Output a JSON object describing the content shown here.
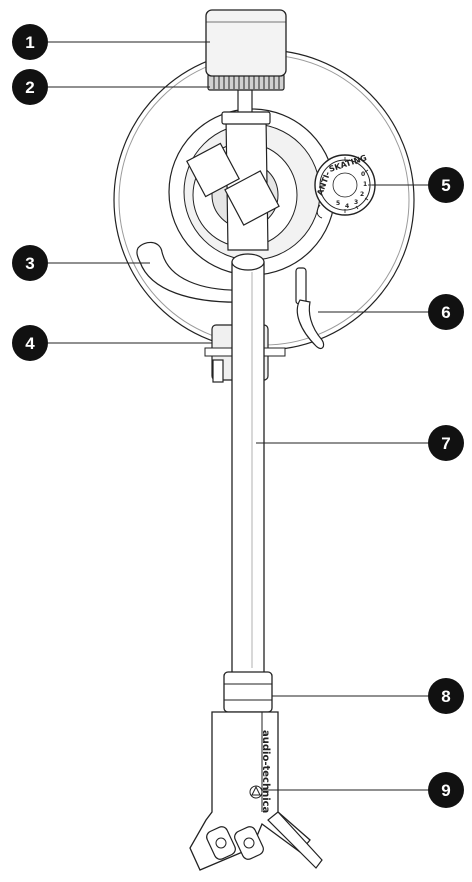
{
  "colors": {
    "line": "#222222",
    "callout_fill": "#111111",
    "callout_text": "#ffffff",
    "background": "#ffffff",
    "shade": "#e8e8e8"
  },
  "callouts": [
    {
      "number": "1",
      "part": "counterweight"
    },
    {
      "number": "2",
      "part": "tracking-force-ring"
    },
    {
      "number": "3",
      "part": "arm-rest"
    },
    {
      "number": "4",
      "part": "arm-lift"
    },
    {
      "number": "5",
      "part": "anti-skating-dial"
    },
    {
      "number": "6",
      "part": "cueing-lever"
    },
    {
      "number": "7",
      "part": "tonearm"
    },
    {
      "number": "8",
      "part": "headshell-locking-ring"
    },
    {
      "number": "9",
      "part": "headshell"
    }
  ],
  "dial": {
    "label_left": "ANTI-",
    "label_right": "SKATING",
    "scale": [
      "0",
      "1",
      "2",
      "3",
      "4",
      "5"
    ]
  },
  "headshell": {
    "brand": "audio-technica"
  }
}
